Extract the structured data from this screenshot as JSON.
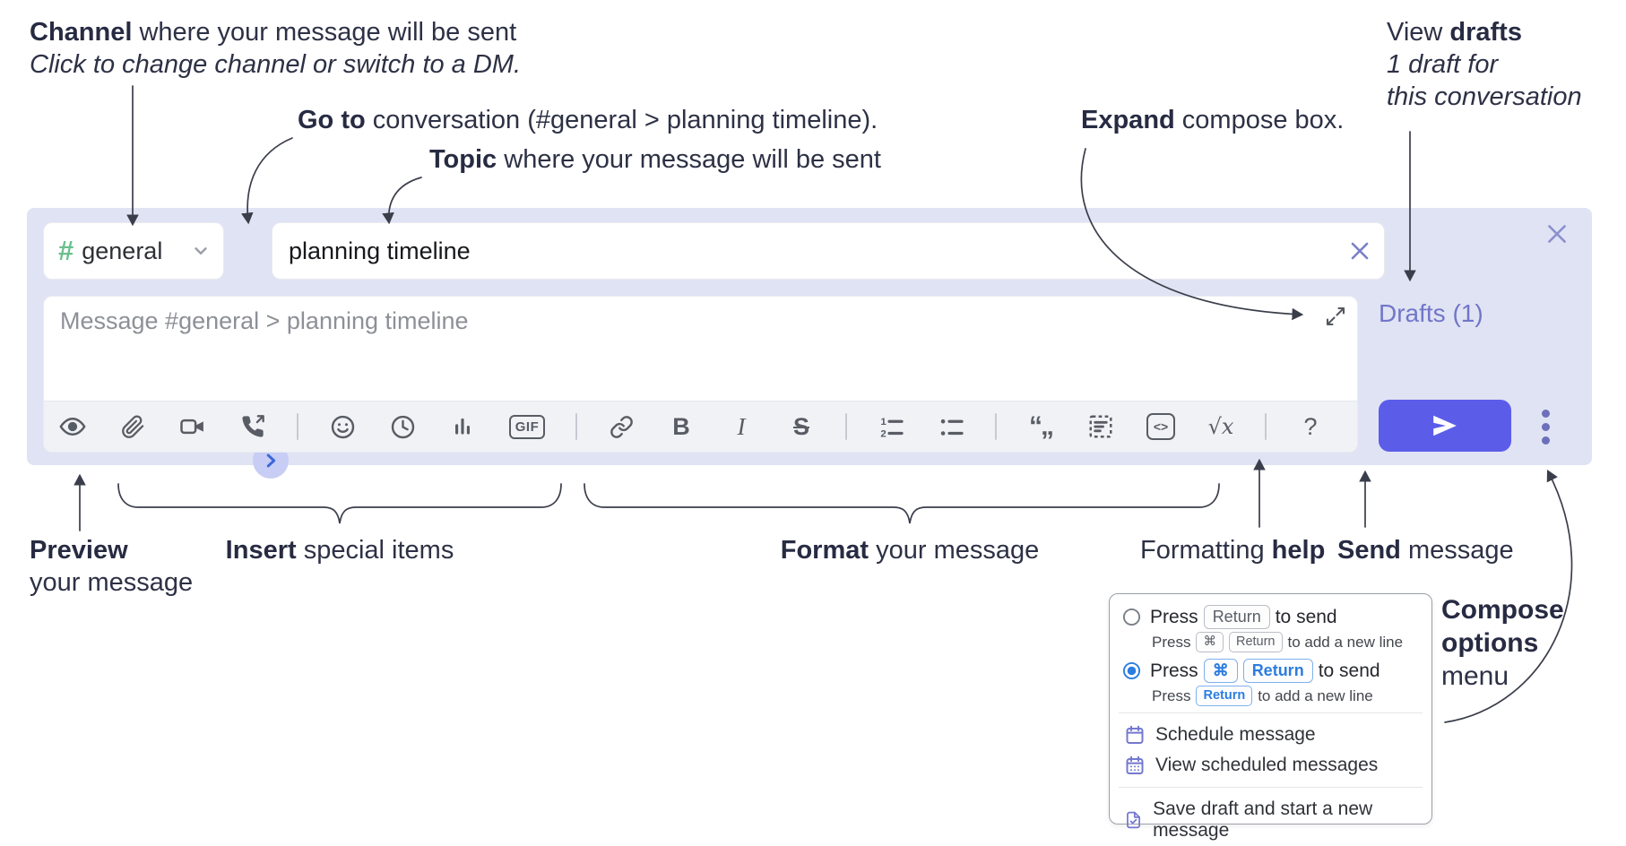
{
  "annotations": {
    "channel": {
      "bold": "Channel",
      "rest": " where your message will be sent",
      "sub": "Click to change channel or switch to a DM."
    },
    "goto": {
      "bold": "Go to",
      "rest": " conversation (#general > planning timeline)."
    },
    "topic": {
      "bold": "Topic",
      "rest": " where your message will be sent"
    },
    "expand": {
      "bold": "Expand",
      "rest": " compose box."
    },
    "view_drafts": {
      "pre": "View ",
      "bold": "drafts",
      "line2": "1 draft for",
      "line3": "this conversation"
    },
    "preview": {
      "bold": "Preview",
      "line2": "your message"
    },
    "insert": {
      "bold": "Insert",
      "rest": " special items"
    },
    "format": {
      "bold": "Format",
      "rest": " your message"
    },
    "help": {
      "pre": "Formatting ",
      "bold": "help"
    },
    "send": {
      "bold": "Send",
      "rest": " message"
    },
    "compose_options": {
      "line1": "Compose",
      "line2": "options",
      "line3": "menu"
    }
  },
  "composer": {
    "channel": {
      "hash": "#",
      "name": "general"
    },
    "topic_value": "planning timeline",
    "message_placeholder": "Message #general > planning timeline",
    "drafts_link": "Drafts (1)",
    "toolbar": {
      "gif": "GIF",
      "bold": "B",
      "italic": "I",
      "strike": "S",
      "quote": "“„",
      "inline_code": "<>",
      "math": "√x",
      "help": "?"
    }
  },
  "menu": {
    "option1": {
      "press": "Press",
      "key1": "Return",
      "tail": "to send",
      "sub_press": "Press",
      "sub_key1": "⌘",
      "sub_key2": "Return",
      "sub_tail": "to add a new line"
    },
    "option2": {
      "press": "Press",
      "key1": "⌘",
      "key2": "Return",
      "tail": "to send",
      "sub_press": "Press",
      "sub_key1": "Return",
      "sub_tail": "to add a new line"
    },
    "item_schedule": "Schedule message",
    "item_view_scheduled": "View scheduled messages",
    "item_save_draft": "Save draft and start a new message"
  },
  "colors": {
    "panel_bg": "#e0e3f3",
    "send_accent": "#5b5de9",
    "purple_ui": "#7176c8",
    "blue_accent": "#2b7de0",
    "hash_green": "#6abf8d"
  }
}
